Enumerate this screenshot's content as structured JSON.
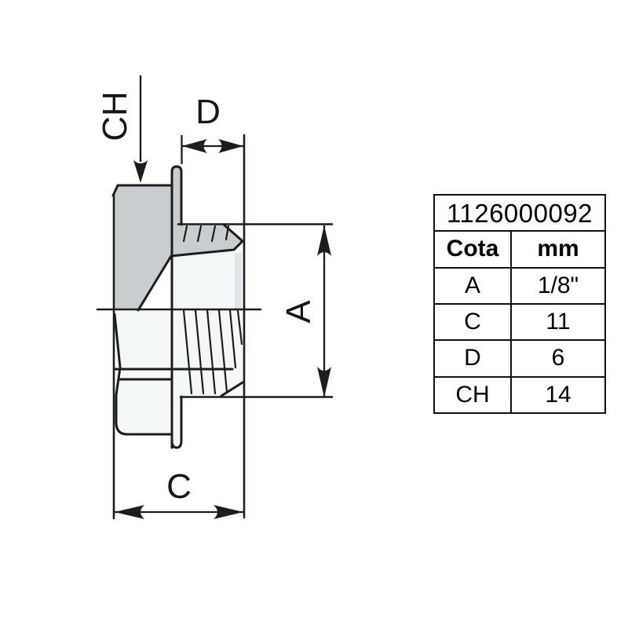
{
  "drawing": {
    "labels": {
      "ch": "CH",
      "d": "D",
      "a": "A",
      "c": "C"
    }
  },
  "table": {
    "part_number": "1126000092",
    "headers": [
      "Cota",
      "mm"
    ],
    "rows": [
      {
        "cota": "A",
        "mm": "1/8\""
      },
      {
        "cota": "C",
        "mm": "11"
      },
      {
        "cota": "D",
        "mm": "6"
      },
      {
        "cota": "CH",
        "mm": "14"
      }
    ]
  },
  "colors": {
    "section_fill": "#c8cdd0",
    "part_fill": "#f4f7f8",
    "line": "#1d1d1d",
    "table_border": "#111111"
  }
}
